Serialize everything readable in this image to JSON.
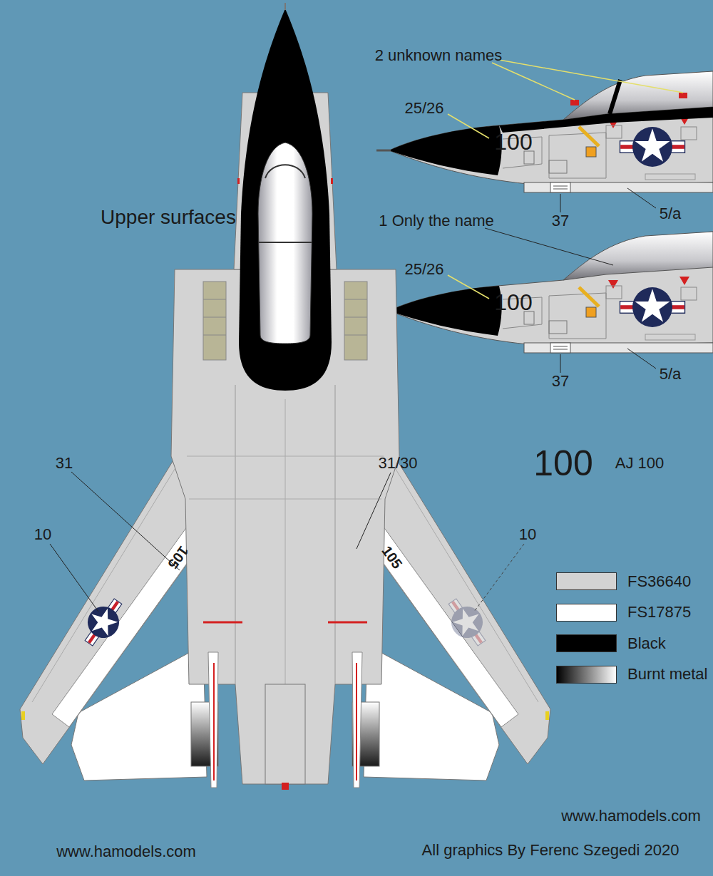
{
  "diagram": {
    "labels": [
      "2 unknown names",
      "25/26",
      "100",
      "5/a",
      "37",
      "1 Only the name",
      "25/26",
      "100",
      "5/a",
      "37",
      "Upper surfaces",
      "31",
      "31/30",
      "100",
      "AJ 100",
      "10",
      "10",
      "105",
      "105",
      "www.hamodels.com",
      "All graphics By Ferenc Szegedi 2020",
      "www.hamodels.com"
    ],
    "legend": [
      {
        "text": "FS36640",
        "color": "#d3d3d3"
      },
      {
        "text": "FS17875",
        "color": "#ffffff"
      },
      {
        "text": "Black",
        "color": "#000000"
      },
      {
        "text": "Burnt metal"
      }
    ]
  }
}
